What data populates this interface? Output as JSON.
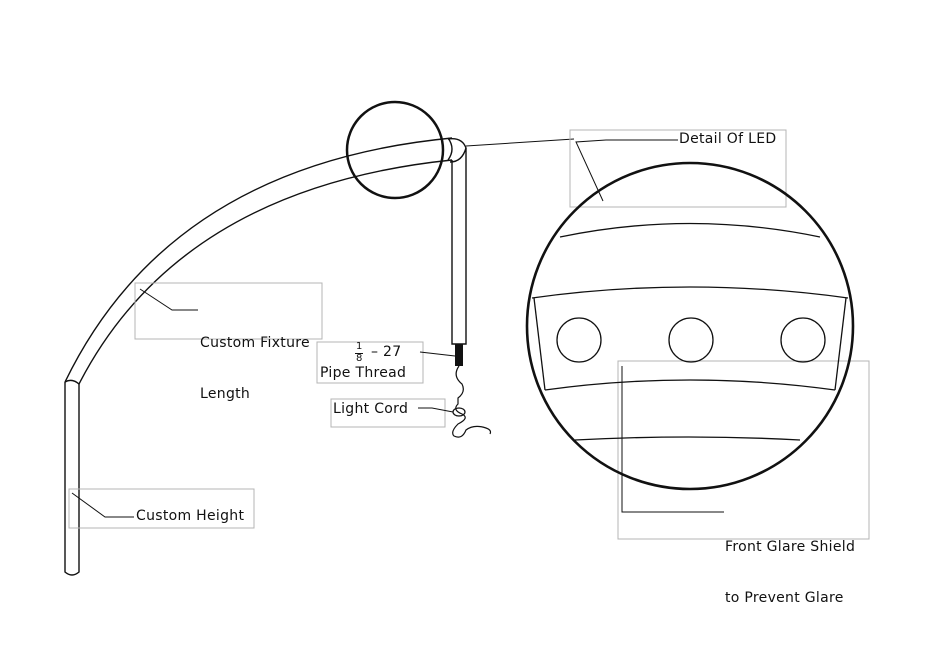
{
  "labels": {
    "custom_fixture_line1": "Custom Fixture",
    "custom_fixture_line2": "Length",
    "custom_height": "Custom Height",
    "detail_of_led": "Detail Of LED",
    "pipe_thread_numerator": "1",
    "pipe_thread_denominator": "8",
    "pipe_thread_size": "– 27",
    "pipe_thread_line2": "Pipe Thread",
    "light_cord": "Light Cord",
    "glare_shield_line1": "Front Glare Shield",
    "glare_shield_line2": "to Prevent Glare"
  },
  "detail": {
    "led_count": 3
  },
  "colors": {
    "ink": "#111111",
    "callout_box": "#b4b4b4"
  }
}
